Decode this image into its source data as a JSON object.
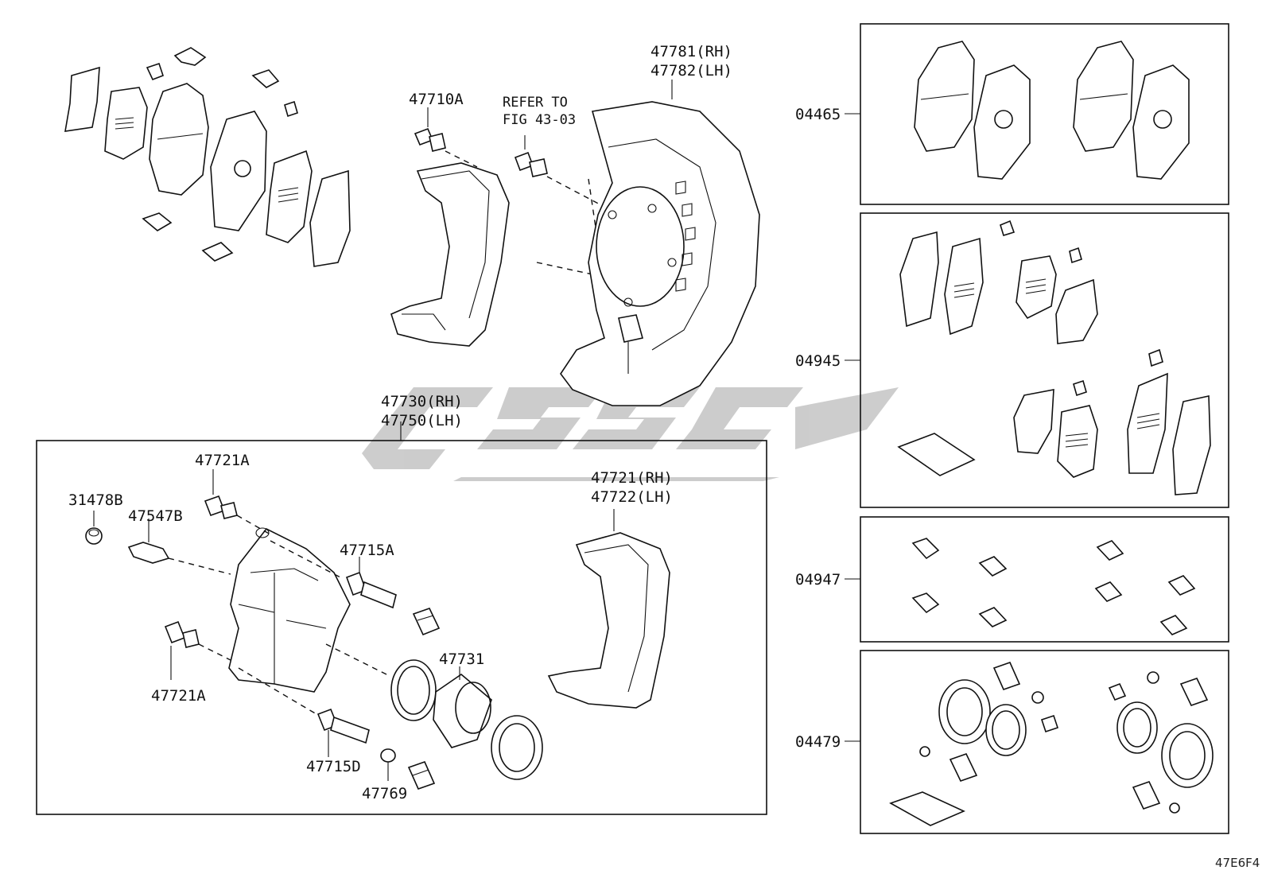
{
  "labels": {
    "p47710A": "47710A",
    "refer_to": "REFER TO",
    "fig": "FIG 43-03",
    "p47781": "47781(RH)",
    "p47782": "47782(LH)",
    "p47730": "47730(RH)",
    "p47750": "47750(LH)",
    "p47721A_top": "47721A",
    "p31478B": "31478B",
    "p47547B": "47547B",
    "p47715A": "47715A",
    "p47721RH": "47721(RH)",
    "p47722LH": "47722(LH)",
    "p47721A_bottom": "47721A",
    "p47731": "47731",
    "p47715D": "47715D",
    "p47769": "47769",
    "p04465": "04465",
    "p04945": "04945",
    "p04947": "04947",
    "p04479": "04479"
  },
  "figure_id": "47E6F4",
  "watermark": "CSS",
  "watermark_color": "#bdbdbd"
}
